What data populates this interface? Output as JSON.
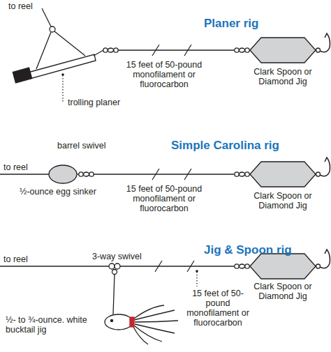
{
  "diagram": {
    "labels": [
      "to reel",
      "Planer rig",
      "15 feet of 50-pound monofilament or fluorocarbon",
      "Clark Spoon or Diamond Jig",
      "trolling planer",
      "barrel swivel",
      "Simple Carolina rig",
      "to reel",
      "½-ounce egg sinker",
      "15 feet of 50-pound monofilament or fluorocarbon",
      "Clark Spoon or Diamond Jig",
      "Jig & Spoon rig",
      "to reel",
      "3-way swivel",
      "15 feet of 50-pound monofilament or fluorocarbon",
      "Clark Spoon or Diamond Jig",
      "½- to ¾-ounce. white bucktail jig"
    ]
  }
}
